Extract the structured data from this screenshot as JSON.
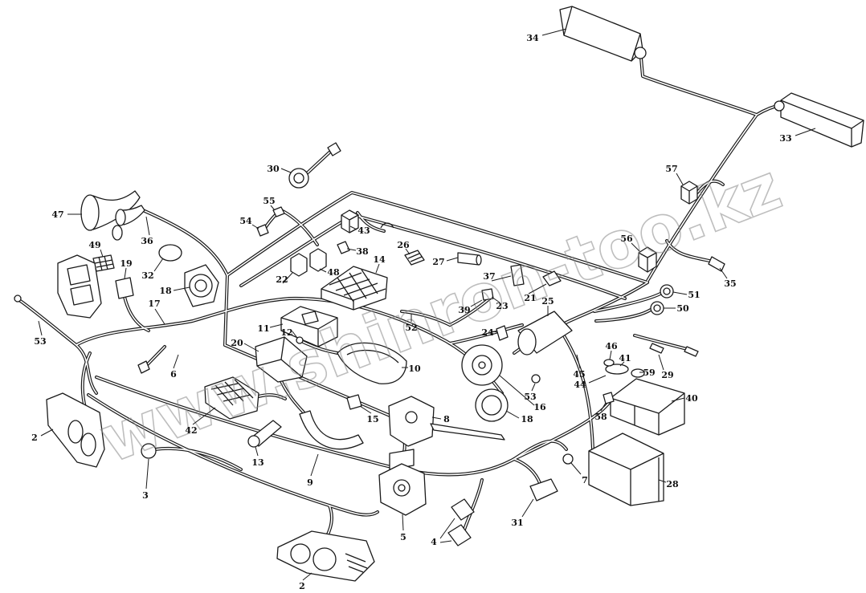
{
  "watermark": "www.shinron-too.kz",
  "callouts": [
    "34",
    "33",
    "57",
    "30",
    "55",
    "47",
    "54",
    "43",
    "36",
    "38",
    "49",
    "19",
    "26",
    "27",
    "56",
    "14",
    "37",
    "35",
    "32",
    "18",
    "22",
    "48",
    "21",
    "25",
    "51",
    "23",
    "17",
    "39",
    "50",
    "52",
    "24",
    "11",
    "12",
    "53",
    "46",
    "20",
    "41",
    "6",
    "10",
    "59",
    "29",
    "45",
    "44",
    "53",
    "16",
    "40",
    "42",
    "15",
    "8",
    "18",
    "58",
    "2",
    "13",
    "7",
    "28",
    "9",
    "3",
    "31",
    "5",
    "4",
    "2"
  ]
}
